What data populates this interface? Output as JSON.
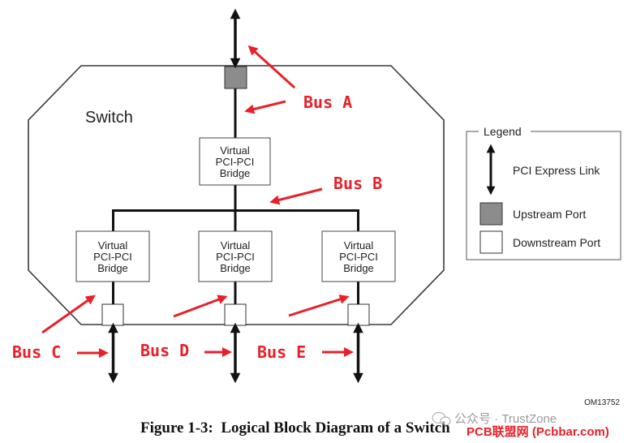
{
  "switch_label": "Switch",
  "bridge_label_lines": [
    "Virtual",
    "PCI-PCI",
    "Bridge"
  ],
  "bus_labels": {
    "a": "Bus A",
    "b": "Bus B",
    "c": "Bus C",
    "d": "Bus D",
    "e": "Bus E"
  },
  "legend": {
    "title": "Legend",
    "link_label": "PCI Express Link",
    "upstream_label": "Upstream Port",
    "downstream_label": "Downstream Port"
  },
  "figure_id": "OM13752",
  "caption": "Figure 1-3:  Logical Block Diagram of a Switch",
  "watermark": {
    "account": "公众号 · TrustZone",
    "site": "PCB联盟网 (Pcbbar.com)"
  },
  "colors": {
    "annotation_red": "#e8202a",
    "upstream_port_fill": "#8c8c8c",
    "outline": "#3a3a3a",
    "link": "#111111"
  },
  "icons": {
    "link_arrow": "double-headed-vertical-arrow",
    "annotation_arrow": "red-pointer-arrow"
  }
}
